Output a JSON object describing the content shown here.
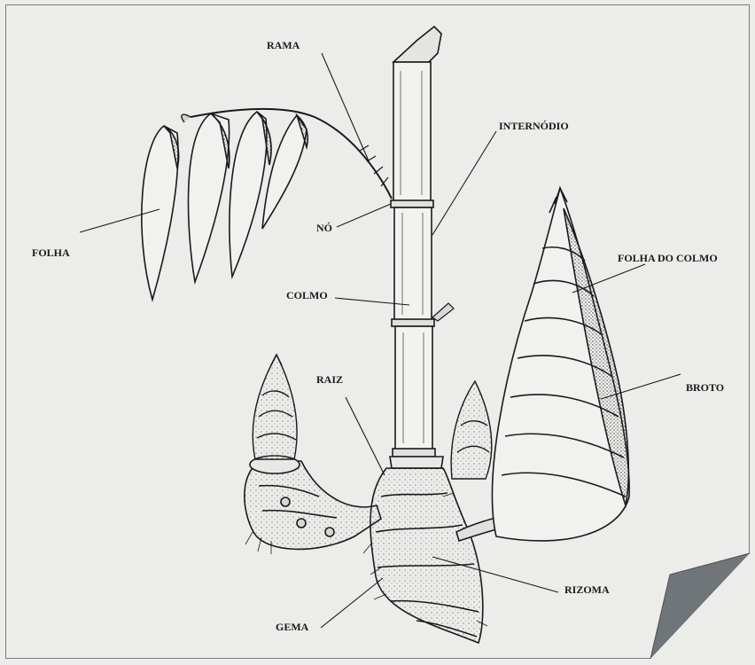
{
  "labels": {
    "rama": "RAMA",
    "internodio": "INTERNÓDIO",
    "folha": "FOLHA",
    "no": "NÓ",
    "folha_do_colmo": "FOLHA DO COLMO",
    "colmo": "COLMO",
    "raiz": "RAIZ",
    "broto": "BROTO",
    "rizoma": "RIZOMA",
    "gema": "GEMA"
  },
  "colors": {
    "background": "#ececea",
    "ink": "#1a1a1a",
    "fold": "#6f7578"
  }
}
